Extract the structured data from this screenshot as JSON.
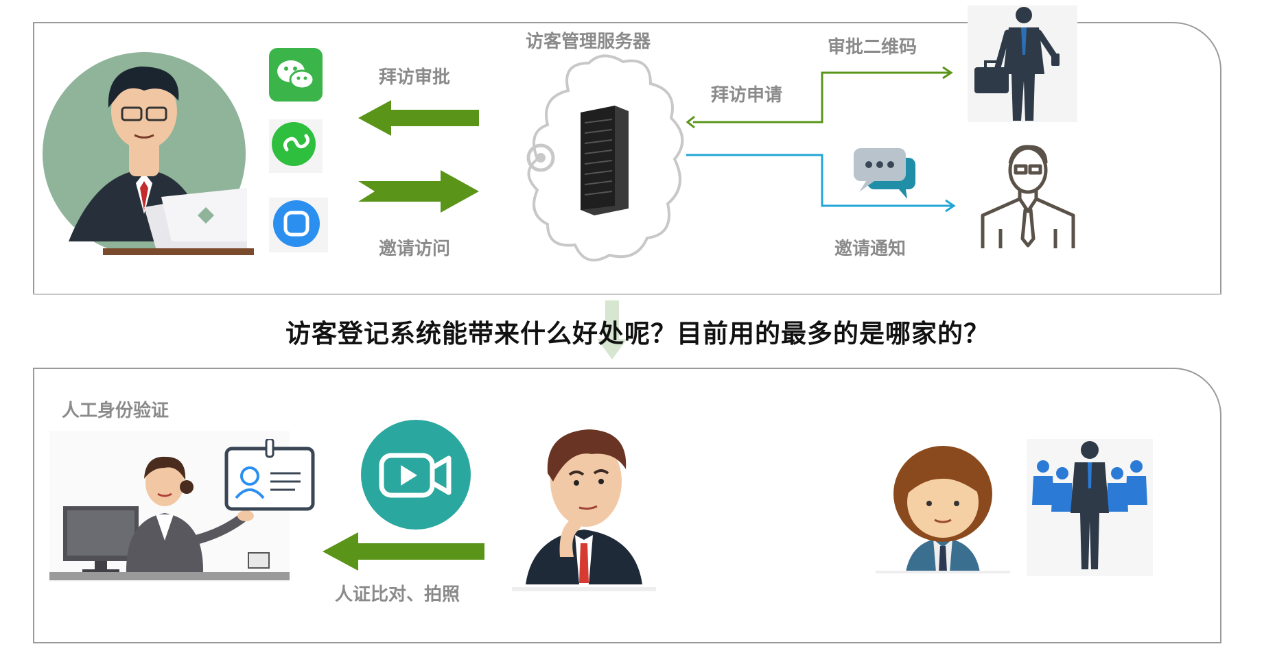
{
  "top": {
    "server_label": "访客管理服务器",
    "approval_visit": "拜访审批",
    "invite_visit": "邀请访问",
    "visit_request": "拜访申请",
    "approval_qrcode": "审批二维码",
    "invite_notice": "邀请通知"
  },
  "headline": "访客登记系统能带来什么好处呢？目前用的最多的是哪家的？",
  "bottom": {
    "manual_id_verify": "人工身份验证",
    "id_compare_photo": "人证比对、拍照"
  },
  "colors": {
    "green_arrow": "#5a9418",
    "blue_line": "#22a5d6",
    "wechat_green": "#3bb54a",
    "app_blue": "#2b8ff0",
    "video_teal": "#2aa79e"
  },
  "icons": [
    "wechat-icon",
    "miniprogram-icon",
    "app-icon",
    "server-icon",
    "cloud-icon",
    "businessman-icon",
    "chat-bubble-icon",
    "staff-icon",
    "video-call-icon"
  ]
}
